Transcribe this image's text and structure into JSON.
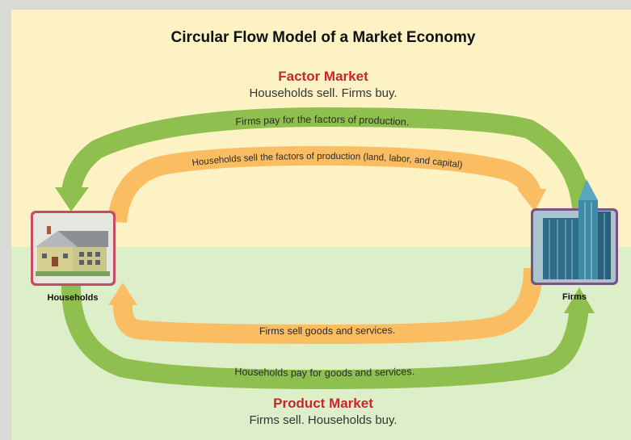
{
  "title": "Circular Flow Model of a Market Economy",
  "factor_market": {
    "heading": "Factor Market",
    "subtitle": "Households sell. Firms buy."
  },
  "product_market": {
    "heading": "Product Market",
    "subtitle": "Firms sell. Households buy."
  },
  "flows": {
    "firms_pay_factors": "Firms pay for the factors of production.",
    "households_sell_factors": "Households sell the factors of production (land, labor, and capital)",
    "firms_sell_goods": "Firms sell goods and services.",
    "households_pay_goods": "Households pay for goods and services."
  },
  "nodes": {
    "households": "Households",
    "firms": "Firms"
  },
  "colors": {
    "top_background": "#fdf2c4",
    "bottom_background": "#ddefc8",
    "money_flow": "#8fbf4f",
    "goods_flow": "#fbbd62",
    "accent_red": "#c8262e",
    "households_box": "#c94a63",
    "firms_box": "#7a5384"
  },
  "icons": {
    "households": "house-icon",
    "firms": "office-building-icon"
  }
}
